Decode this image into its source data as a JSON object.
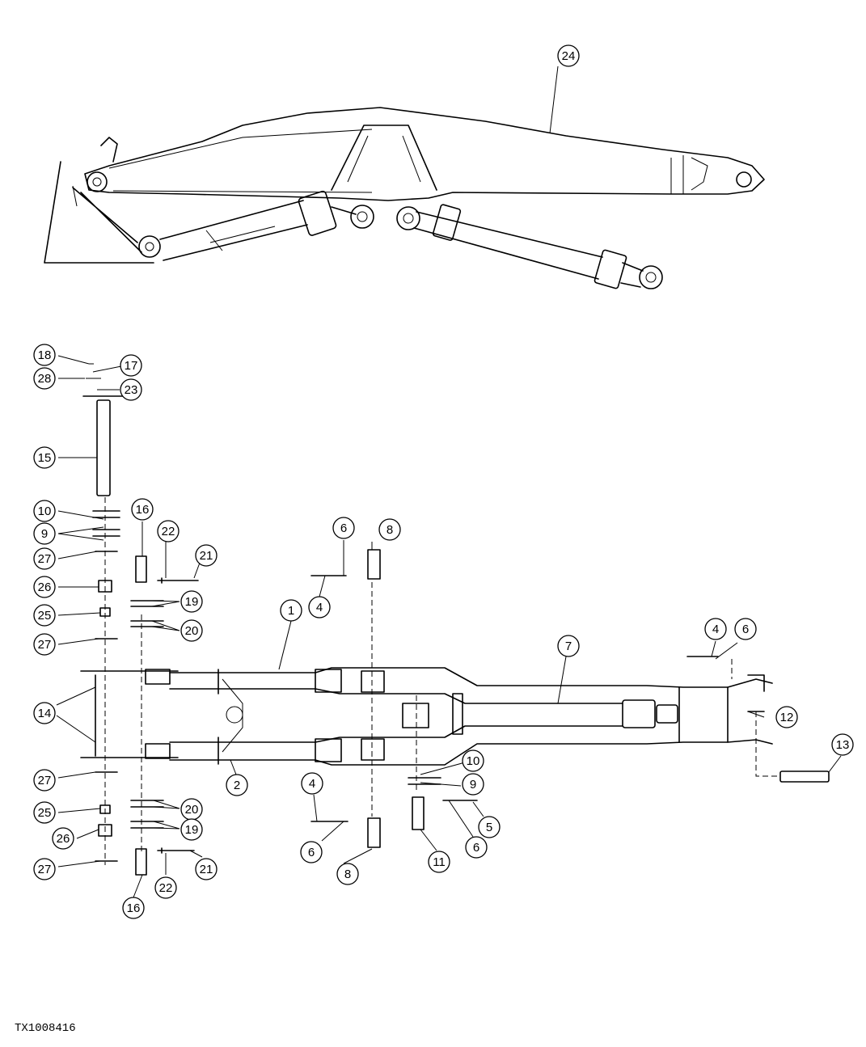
{
  "figure_id": "TX1008416",
  "callouts": [
    {
      "id": "c24",
      "label": "24"
    },
    {
      "id": "c18",
      "label": "18"
    },
    {
      "id": "c17",
      "label": "17"
    },
    {
      "id": "c28",
      "label": "28"
    },
    {
      "id": "c23",
      "label": "23"
    },
    {
      "id": "c15",
      "label": "15"
    },
    {
      "id": "c10a",
      "label": "10"
    },
    {
      "id": "c9a",
      "label": "9"
    },
    {
      "id": "c27a",
      "label": "27"
    },
    {
      "id": "c26a",
      "label": "26"
    },
    {
      "id": "c25a",
      "label": "25"
    },
    {
      "id": "c27b",
      "label": "27"
    },
    {
      "id": "c16a",
      "label": "16"
    },
    {
      "id": "c22a",
      "label": "22"
    },
    {
      "id": "c21a",
      "label": "21"
    },
    {
      "id": "c19a",
      "label": "19"
    },
    {
      "id": "c20a",
      "label": "20"
    },
    {
      "id": "c6a",
      "label": "6"
    },
    {
      "id": "c8a",
      "label": "8"
    },
    {
      "id": "c4a",
      "label": "4"
    },
    {
      "id": "c1",
      "label": "1"
    },
    {
      "id": "c7",
      "label": "7"
    },
    {
      "id": "c4b",
      "label": "4"
    },
    {
      "id": "c6b",
      "label": "6"
    },
    {
      "id": "c14",
      "label": "14"
    },
    {
      "id": "c12",
      "label": "12"
    },
    {
      "id": "c13",
      "label": "13"
    },
    {
      "id": "c27c",
      "label": "27"
    },
    {
      "id": "c2",
      "label": "2"
    },
    {
      "id": "c10b",
      "label": "10"
    },
    {
      "id": "c9b",
      "label": "9"
    },
    {
      "id": "c4c",
      "label": "4"
    },
    {
      "id": "c20b",
      "label": "20"
    },
    {
      "id": "c25b",
      "label": "25"
    },
    {
      "id": "c19b",
      "label": "19"
    },
    {
      "id": "c26b",
      "label": "26"
    },
    {
      "id": "c5",
      "label": "5"
    },
    {
      "id": "c6c",
      "label": "6"
    },
    {
      "id": "c6d",
      "label": "6"
    },
    {
      "id": "c27d",
      "label": "27"
    },
    {
      "id": "c21b",
      "label": "21"
    },
    {
      "id": "c11",
      "label": "11"
    },
    {
      "id": "c8b",
      "label": "8"
    },
    {
      "id": "c22b",
      "label": "22"
    },
    {
      "id": "c16b",
      "label": "16"
    }
  ]
}
